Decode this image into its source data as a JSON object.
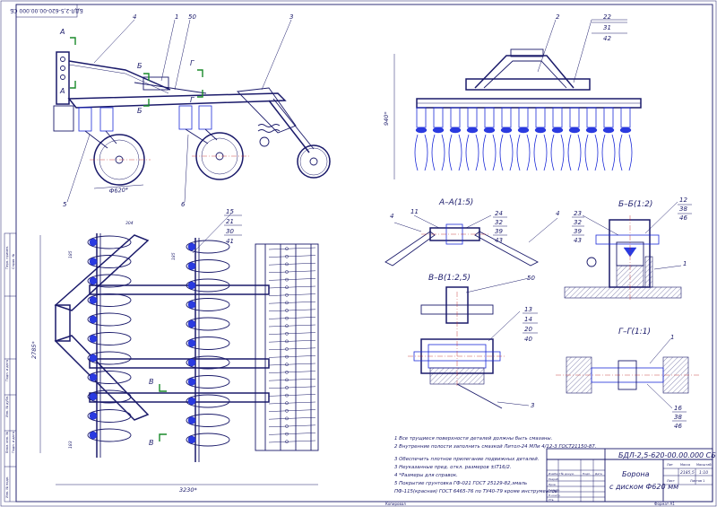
{
  "stamp_code_rotated": "БДЛ-2,5-620-00.00.000 СБ",
  "title_block": {
    "code": "БДЛ-2,5-620-00.00.000 СБ",
    "name_line1": "Борона",
    "name_line2": "с диском Ф620 мм",
    "scale": "1:10",
    "mass": "2185,5",
    "col_lit": "Лит",
    "col_mass": "Масса",
    "col_scale": "Масштаб",
    "sheet_label": "Лист",
    "sheets_label": "Листов 1",
    "row_labels": [
      "Изм",
      "Лист",
      "№ докум.",
      "Подп.",
      "Дата"
    ],
    "people": [
      "Разраб.",
      "Пров.",
      "Т.контр.",
      "Н.контр.",
      "Утв."
    ]
  },
  "footer": {
    "copied": "Копировал",
    "format": "Формат  А1"
  },
  "left_strip": [
    "Перв. примен.",
    "Справ. №",
    "Подп. и дата",
    "Инв. № дубл.",
    "Взам. инв. №",
    "Подп. и дата",
    "Инв. № подл."
  ],
  "notes": [
    "1 Все трущиеся поверхности деталей должны быть смазаны.",
    "2 Внутренние полости заполнить смазкой Литол-24 МЛи 4/12-3 ГОСТ21150-87.",
    "3 Обеспечить плотное прилегание подвижных деталей.",
    "3 Неуказанные пред. откл. размеров ±IT16/2.",
    "4 *Размеры для справок.",
    "5 Покрытие грунтовка ГФ-021 ГОСТ 25129-82,эмаль",
    "ПФ-115(красная) ГОСТ 6465-76 по ТУ40-79 кроме инструментов"
  ],
  "views": {
    "front": {
      "leaders": [
        "4",
        "1",
        "50",
        "3",
        "5",
        "6"
      ],
      "dim": "Ф620*",
      "cuts": [
        "А",
        "А",
        "Б",
        "Б",
        "Г",
        "Г"
      ]
    },
    "rear": {
      "leaders": [
        "2",
        "22",
        "31",
        "42"
      ],
      "dim": "940*"
    },
    "plan": {
      "leaders": [
        "15",
        "21",
        "30",
        "41"
      ],
      "dim_w": "2785*",
      "dim_l": "3230*",
      "cuts": [
        "В",
        "В"
      ],
      "small_dims": [
        "304",
        "185",
        "185",
        "183"
      ]
    },
    "sec_aa": {
      "title": "А–А(1:5)",
      "leaders": [
        "4",
        "11",
        "24",
        "32",
        "39",
        "43",
        "4"
      ]
    },
    "sec_bb": {
      "title": "Б–Б(1:2)",
      "leaders": [
        "23",
        "32",
        "39",
        "43",
        "12",
        "38",
        "46",
        "1"
      ]
    },
    "sec_vv": {
      "title": "В–В(1:2,5)",
      "leaders": [
        "50",
        "13",
        "14",
        "20",
        "40",
        "3"
      ]
    },
    "sec_gg": {
      "title": "Г–Г(1:1)",
      "leaders": [
        "1",
        "16",
        "38",
        "46"
      ]
    }
  }
}
